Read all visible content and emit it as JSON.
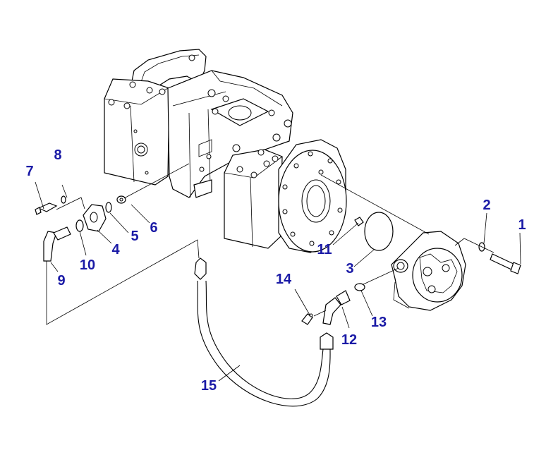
{
  "diagram": {
    "parts": [
      {
        "id": "1",
        "label": "1"
      },
      {
        "id": "2",
        "label": "2"
      },
      {
        "id": "3",
        "label": "3"
      },
      {
        "id": "4",
        "label": "4"
      },
      {
        "id": "5",
        "label": "5"
      },
      {
        "id": "6",
        "label": "6"
      },
      {
        "id": "7",
        "label": "7"
      },
      {
        "id": "8",
        "label": "8"
      },
      {
        "id": "9",
        "label": "9"
      },
      {
        "id": "10",
        "label": "10"
      },
      {
        "id": "11",
        "label": "11"
      },
      {
        "id": "12",
        "label": "12"
      },
      {
        "id": "13",
        "label": "13"
      },
      {
        "id": "14",
        "label": "14"
      },
      {
        "id": "15",
        "label": "15"
      }
    ],
    "label_color": "#1a1aa6",
    "line_color": "#000000"
  }
}
